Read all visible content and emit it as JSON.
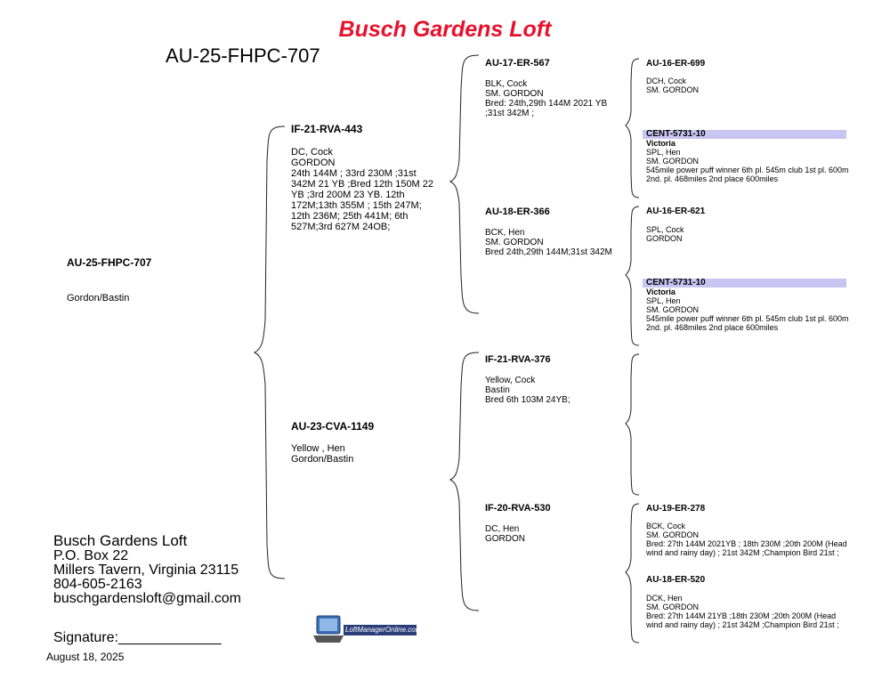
{
  "loft_name": "Busch Gardens Loft",
  "main_band": "AU-25-FHPC-707",
  "subject": {
    "band": "AU-25-FHPC-707",
    "strain": "Gordon/Bastin"
  },
  "sire": {
    "band": "IF-21-RVA-443",
    "info": "DC, Cock\nGORDON\n24th 144M ; 33rd 230M ;31st\n342M 21 YB ;Bred 12th 150M 22\nYB ;3rd 200M 23 YB. 12th\n172M;13th 355M ; 15th 247M;\n12th 236M; 25th 441M; 6th\n527M;3rd 627M 24OB;"
  },
  "dam": {
    "band": "AU-23-CVA-1149",
    "info": "Yellow , Hen\nGordon/Bastin"
  },
  "grandparents": [
    {
      "band": "AU-17-ER-567",
      "info": "BLK, Cock\nSM. GORDON\nBred: 24th,29th 144M 2021 YB\n;31st 342M ;"
    },
    {
      "band": "AU-18-ER-366",
      "info": "BCK, Hen\nSM. GORDON\nBred 24th,29th 144M;31st 342M"
    },
    {
      "band": "IF-21-RVA-376",
      "info": "Yellow, Cock\nBastin\nBred 6th 103M 24YB;"
    },
    {
      "band": "IF-20-RVA-530",
      "info": "DC, Hen\nGORDON"
    }
  ],
  "great_grandparents": [
    {
      "band": "AU-16-ER-699",
      "info": "DCH, Cock\nSM. GORDON"
    },
    {
      "band": "CENT-5731-10",
      "name": "Victoria",
      "info": "SPL, Hen\nSM. GORDON\n545mile power puff winner 6th pl. 545m club 1st pl. 600m\n2nd. pl. 468miles 2nd place 600miles"
    },
    {
      "band": "AU-16-ER-621",
      "info": "SPL, Cock\nGORDON"
    },
    {
      "band": "CENT-5731-10",
      "name": "Victoria",
      "info": "SPL, Hen\nSM. GORDON\n545mile power puff winner 6th pl. 545m club 1st pl. 600m\n2nd. pl. 468miles 2nd place 600miles"
    },
    {
      "band": "AU-19-ER-278",
      "info": "BCK, Cock\nSM. GORDON\nBred: 27th 144M 2021YB ; 18th 230M ;20th 200M (Head\nwind and rainy day) ; 21st 342M ;Champion Bird 21st ;"
    },
    {
      "band": "AU-18-ER-520",
      "info": "DCK, Hen\nSM. GORDON\nBred: 27th 144M 21YB ;18th 230M ;20th 200M (Head\nwind and rainy day) ; 21st 342M ;Champion Bird 21st ;"
    }
  ],
  "contact": {
    "name": "Busch Gardens Loft",
    "po_box": "P.O. Box 22",
    "city": "Millers Tavern, Virginia 23115",
    "phone": "804-605-2163",
    "email": "buschgardensloft@gmail.com"
  },
  "signature_label": "Signature:_____________",
  "date": "August 18, 2025",
  "logo_text": "LoftManagerOnline.com"
}
